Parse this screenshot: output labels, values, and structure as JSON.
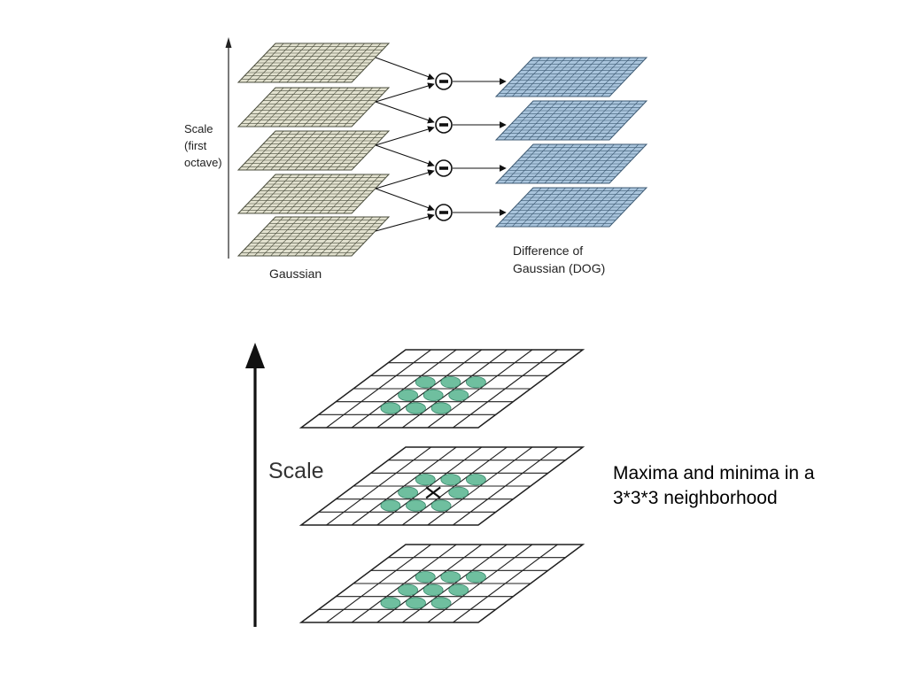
{
  "top_diagram": {
    "scale_label_lines": [
      "Scale",
      "(first",
      "octave)"
    ],
    "gaussian_label": "Gaussian",
    "dog_label_lines": [
      "Difference of",
      "Gaussian (DOG)"
    ],
    "operator_symbol": "−",
    "gaussian_layers": 5,
    "dog_layers": 4,
    "gaussian_color": "#e2e1cf",
    "dog_color": "#a9c4dc"
  },
  "bottom_diagram": {
    "scale_label": "Scale",
    "layers": 3,
    "neighbor_color": "#6fbf9f",
    "center_marker": "×"
  },
  "caption_lines": [
    "Maxima and minima in a",
    "3*3*3 neighborhood"
  ]
}
